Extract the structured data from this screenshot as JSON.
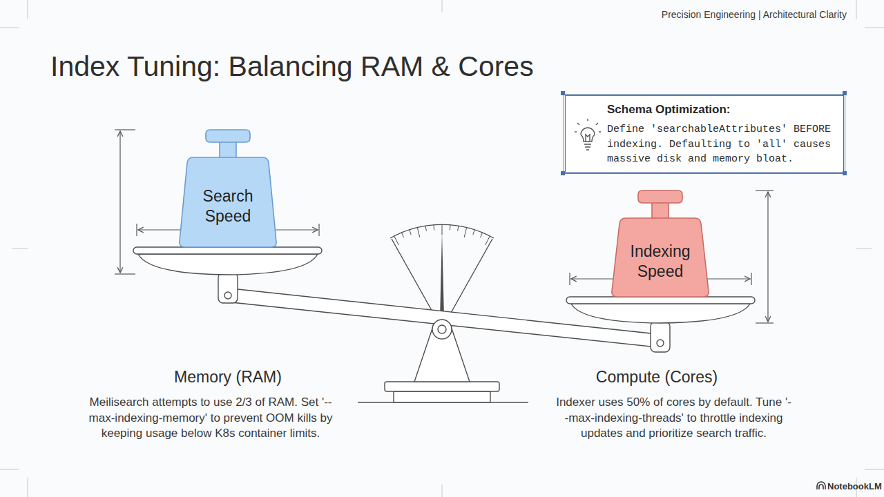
{
  "diagram": {
    "title": "Index Tuning: Balancing RAM & Cores",
    "nodes": [
      {
        "text": [
          "Schema Optimization:",
          "Define 'searchableAttributes' BEFORE indexing. Defaulting to 'all' causes massive disk and memory bloat."
        ]
      },
      {
        "text": [
          "Search Speed"
        ]
      },
      {
        "text": [
          "Indexing Speed"
        ]
      }
    ],
    "labels": [
      "Precision Engineering | Architectural Clarity",
      "Memory (RAM)",
      "Meilisearch attempts to use 2/3 of RAM. Set '--max-indexing-memory' to prevent OOM kills by keeping usage below K8s container limits.",
      "Compute (Cores)",
      "Indexer uses 50% of cores by default. Tune '--max-indexing-threads' to throttle indexing updates and prioritize search traffic.",
      "NotebookLM"
    ]
  }
}
